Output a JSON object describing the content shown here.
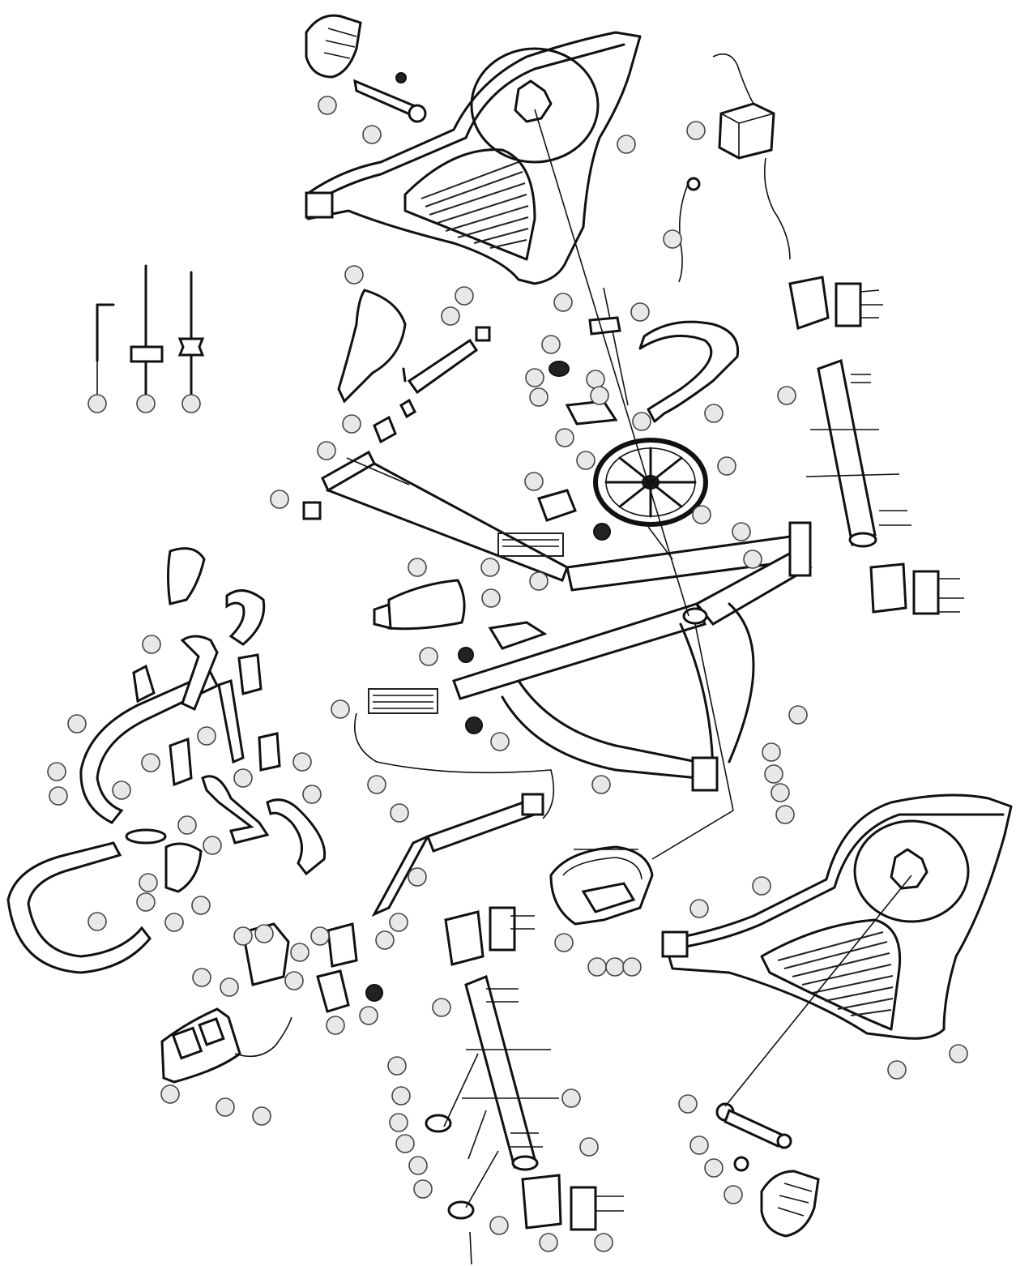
{
  "diagram": {
    "kind": "exploded-parts-view",
    "parts": [
      {
        "id": "left-cover"
      },
      {
        "id": "right-cover"
      },
      {
        "id": "main-frame"
      },
      {
        "id": "flywheel"
      },
      {
        "id": "saddle"
      },
      {
        "id": "seat-slider"
      },
      {
        "id": "front-stabilizer"
      },
      {
        "id": "rear-stabilizer"
      },
      {
        "id": "handlebar"
      },
      {
        "id": "console"
      },
      {
        "id": "power-adapter"
      },
      {
        "id": "water-bottle"
      },
      {
        "id": "left-crank-pedal"
      },
      {
        "id": "right-crank-pedal"
      },
      {
        "id": "tools"
      }
    ],
    "callout_count": 96
  }
}
